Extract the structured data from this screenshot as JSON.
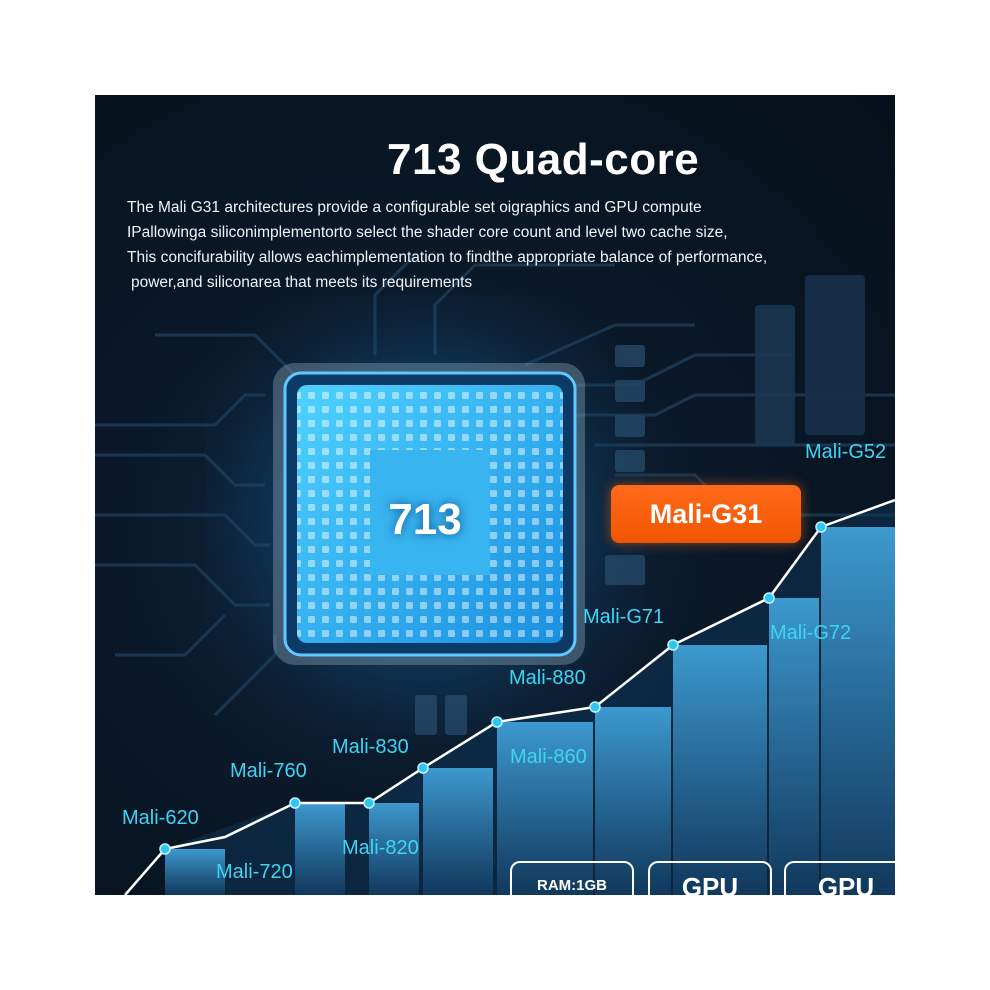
{
  "title": "713 Quad-core",
  "description": [
    "The Mali G31 architectures provide a configurable set oigraphics and GPU compute",
    "IPallowinga siliconimplementorto select the shader core count and level two cache size,",
    "This concifurability allows eachimplementation to findthe appropriate balance of performance,",
    "power,and siliconarea that meets its requirements"
  ],
  "chip_label": "713",
  "highlight_badge": "Mali-G31",
  "gpu_labels": {
    "mali_620": "Mali-620",
    "mali_720": "Mali-720",
    "mali_760": "Mali-760",
    "mali_820": "Mali-820",
    "mali_830": "Mali-830",
    "mali_860": "Mali-860",
    "mali_880": "Mali-880",
    "mali_g71": "Mali-G71",
    "mali_g72": "Mali-G72",
    "mali_g52": "Mali-G52"
  },
  "spec_pills": [
    "RAM:1GB",
    "GPU",
    "GPU"
  ],
  "colors": {
    "background": "#0a1828",
    "accent_cyan": "#3fd3f5",
    "badge_orange": "#f25500",
    "chip_glow": "#1ea7ff"
  }
}
